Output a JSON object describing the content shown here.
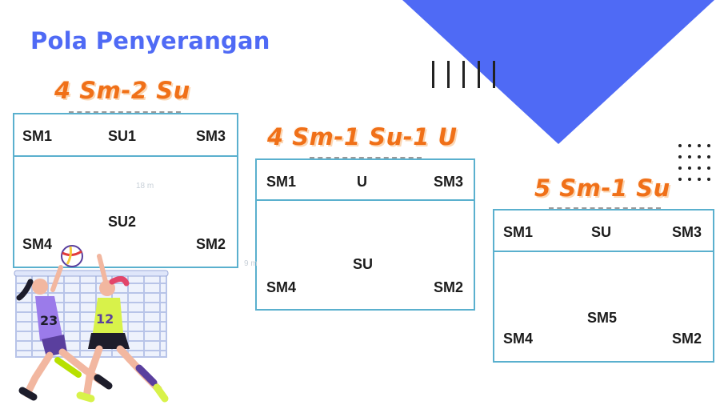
{
  "slide": {
    "title": "Pola Penyerangan",
    "accent_color": "#4f6af5",
    "label_color": "#f07018",
    "court_line_color": "#5ab0ce"
  },
  "patterns": [
    {
      "label": "4 Sm-2 Su",
      "top_row": [
        "SM1",
        "SU1",
        "SM3"
      ],
      "center": "SU2",
      "bottom_row": [
        "SM4",
        "SM2"
      ],
      "dimension_label": "18 m"
    },
    {
      "label": "4 Sm-1 Su-1 U",
      "top_row": [
        "SM1",
        "U",
        "SM3"
      ],
      "center": "SU",
      "bottom_row": [
        "SM4",
        "SM2"
      ],
      "dimension_label": "9 m"
    },
    {
      "label": "5 Sm-1 Su",
      "top_row": [
        "SM1",
        "SU",
        "SM3"
      ],
      "center": "SM5",
      "bottom_row": [
        "SM4",
        "SM2"
      ]
    }
  ],
  "decorations": {
    "triangle_icon": "triangle-shape",
    "bars_icon": "vertical-bars",
    "dots_icon": "dot-grid",
    "illustration": "volleyball-players-illustration"
  }
}
